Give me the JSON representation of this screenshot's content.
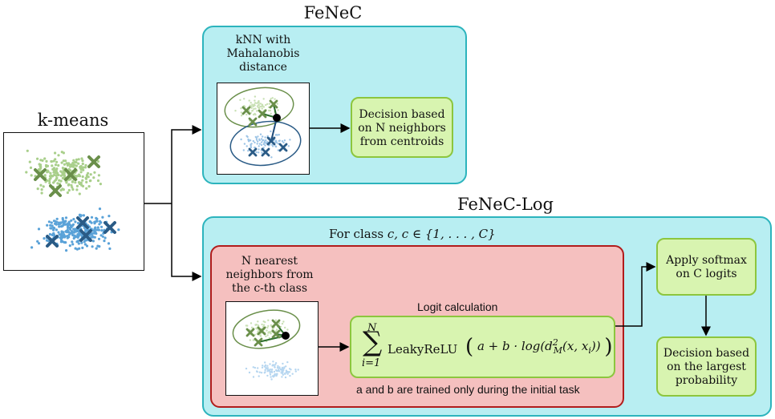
{
  "kmeans": {
    "title": "k-means"
  },
  "fenec": {
    "title": "FeNeC",
    "knn_label": [
      "kNN with",
      "Mahalanobis",
      "distance"
    ],
    "decision": [
      "Decision based",
      "on N neighbors",
      "from centroids"
    ]
  },
  "fenec_log": {
    "title": "FeNeC-Log",
    "class_label_prefix": "For class ",
    "class_label_math": "c, c ∈ {1, . . . , C}",
    "nn_label": [
      "N nearest",
      "neighbors from",
      "the c-th class"
    ],
    "logit_title": "Logit calculation",
    "formula": {
      "upper": "N",
      "lower": "i=1",
      "func": "LeakyReLU",
      "body": "a + b · log(d",
      "sup": "2",
      "sub": "M",
      "tail": "(x, x",
      "tail_sub": "i",
      "close": "))"
    },
    "trained_note": "a and b are trained only during the initial task",
    "softmax": [
      "Apply softmax",
      "on C logits"
    ],
    "decision": [
      "Decision based",
      "on the largest",
      "probability"
    ]
  },
  "colors": {
    "green_cluster": "#6a8f4a",
    "green_points": "#a9cf8b",
    "blue_cluster": "#2a5b86",
    "blue_points": "#5aa2d8",
    "cyan_fill": "#b8eef2",
    "red_fill": "#f5c0bf",
    "green_fill": "#d8f4b0"
  }
}
